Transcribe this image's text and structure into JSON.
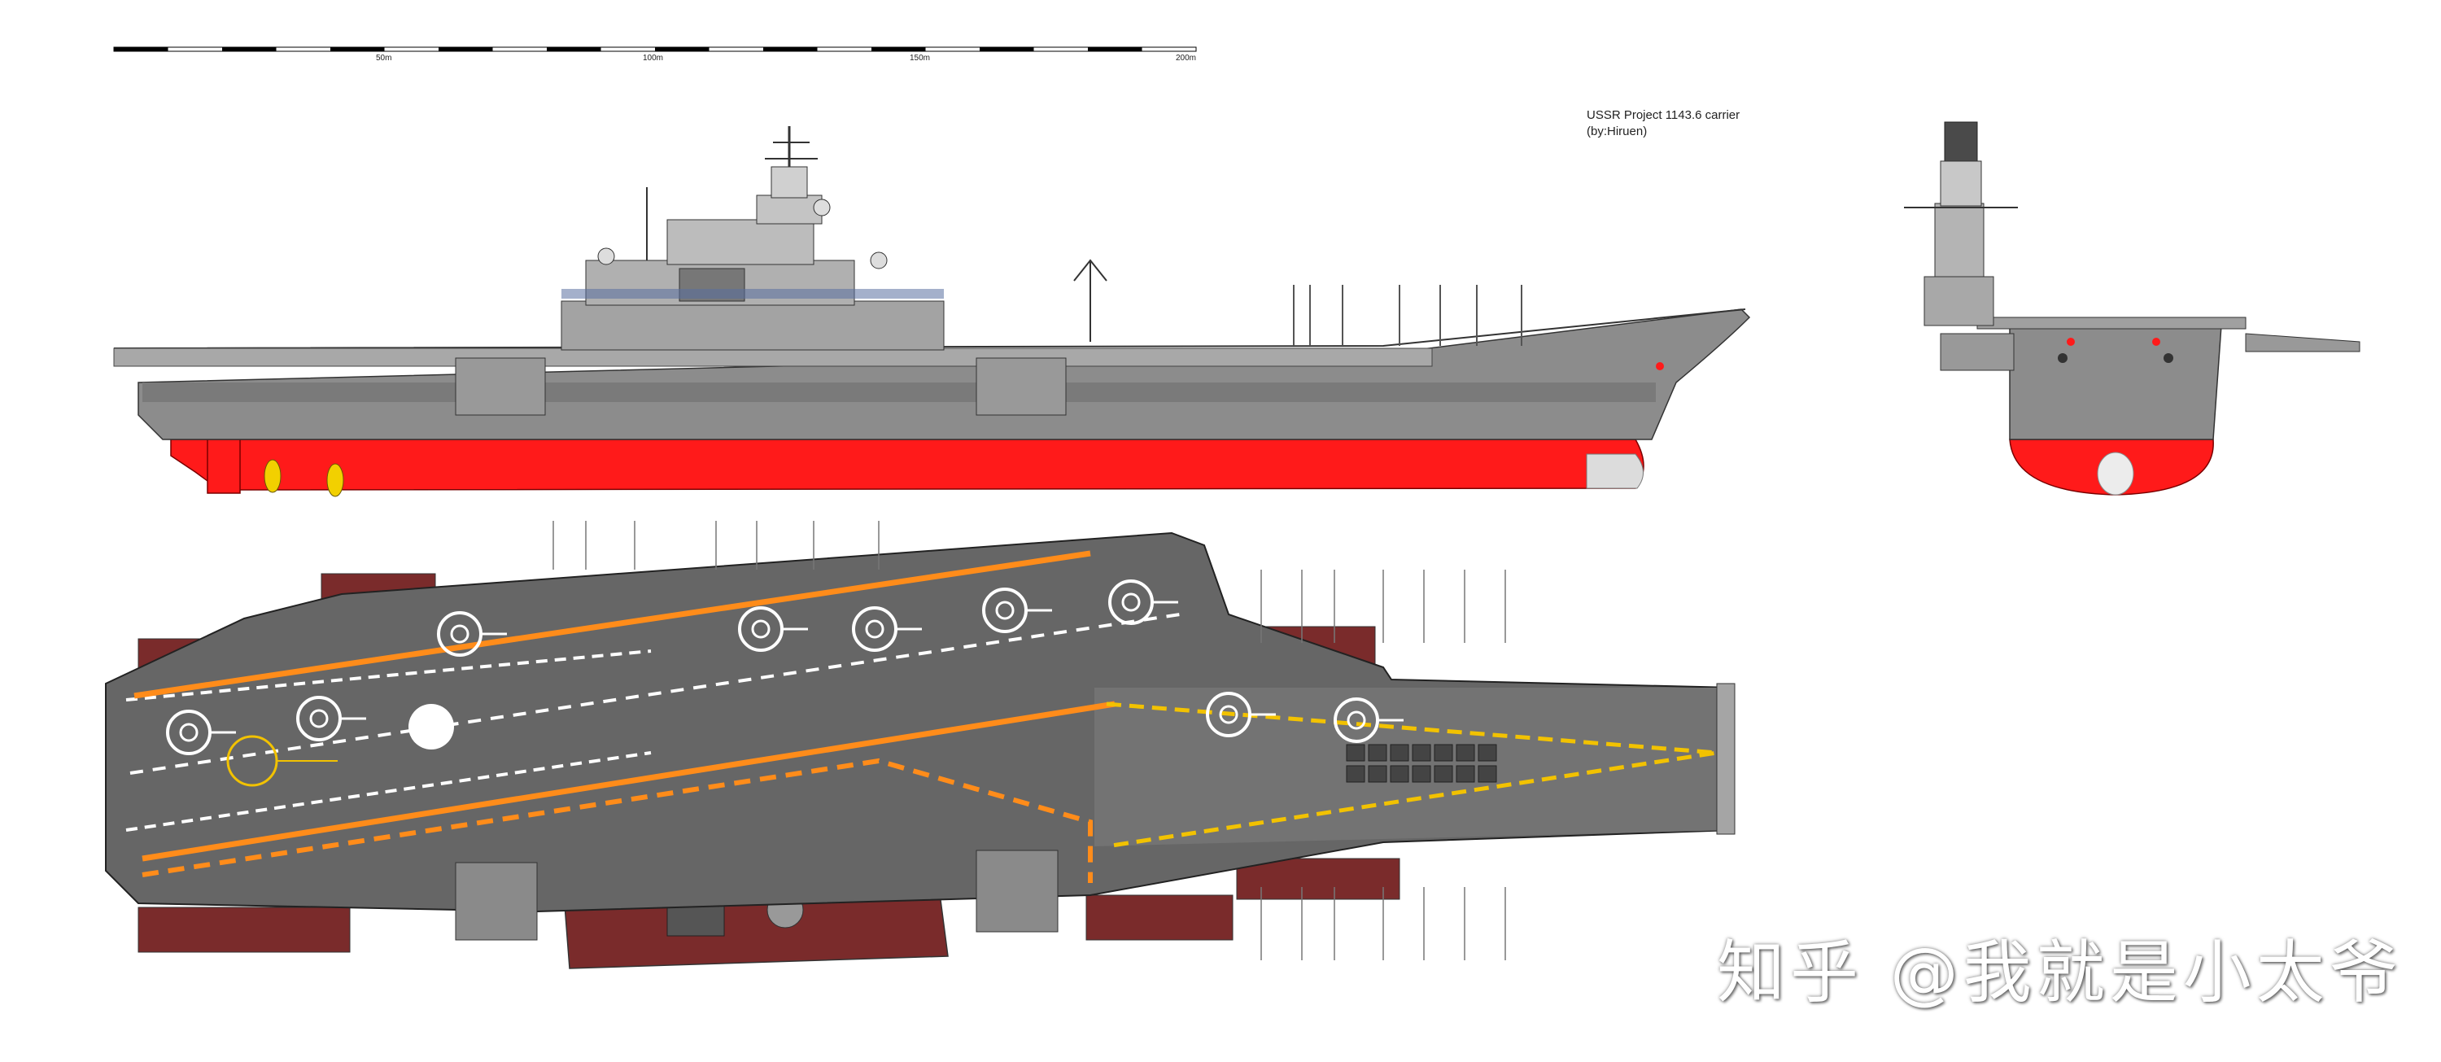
{
  "scale_bar": {
    "labels": [
      "50m",
      "100m",
      "150m",
      "200m"
    ]
  },
  "credit": {
    "line1": "USSR Project 1143.6 carrier",
    "line2": "(by:Hiruen)"
  },
  "watermark": {
    "text": "知乎 @我就是小太爷"
  },
  "colors": {
    "hull_grey": "#8c8c8c",
    "deck_dark": "#555555",
    "waterline_red": "#ff1a1a",
    "sponson_maroon": "#7a2b2b",
    "deck_line_orange": "#ff8c1a",
    "deck_line_yellow": "#f2c200",
    "marking_white": "#ffffff"
  },
  "views": [
    "side-profile",
    "bow-front",
    "top-deck-plan"
  ]
}
